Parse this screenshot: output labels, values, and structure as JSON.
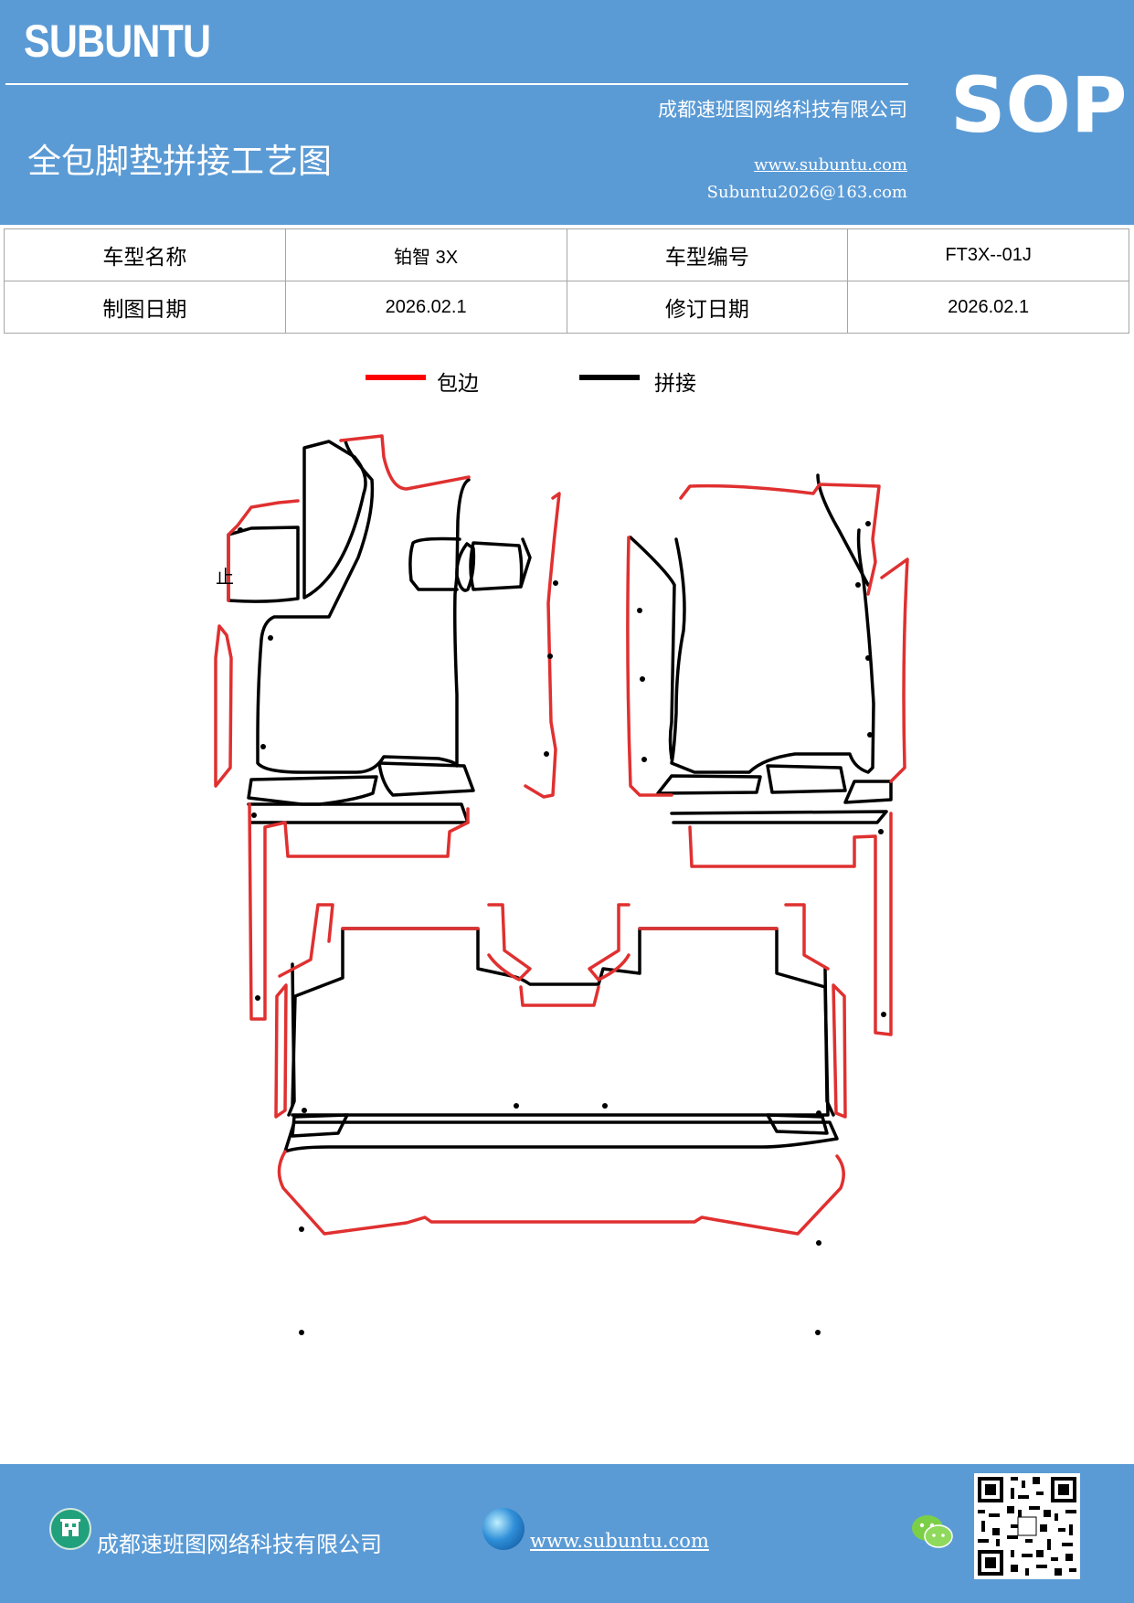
{
  "header": {
    "brand": "SUBUNTU",
    "company": "成都速班图网络科技有限公司",
    "title": "全包脚垫拼接工艺图",
    "website": "www.subuntu.com",
    "email": "Subuntu2026@163.com",
    "sop": "SOP"
  },
  "info_table": {
    "model_name_label": "车型名称",
    "model_name": "铂智 3X",
    "model_code_label": "车型编号",
    "model_code": "FT3X--01J",
    "draw_date_label": "制图日期",
    "draw_date": "2026.02.1",
    "revise_date_label": "修订日期",
    "revise_date": "2026.02.1"
  },
  "legend": {
    "edge_label": "包边",
    "edge_color": "#ff0000",
    "splice_label": "拼接",
    "splice_color": "#000000"
  },
  "diagram": {
    "mark_label": "止"
  },
  "footer": {
    "company": "成都速班图网络科技有限公司",
    "website": "www.subuntu.com",
    "icons": [
      "building-icon",
      "globe-icon",
      "wechat-icon",
      "qr-code"
    ]
  },
  "colors": {
    "brand_blue": "#5b9bd5"
  }
}
